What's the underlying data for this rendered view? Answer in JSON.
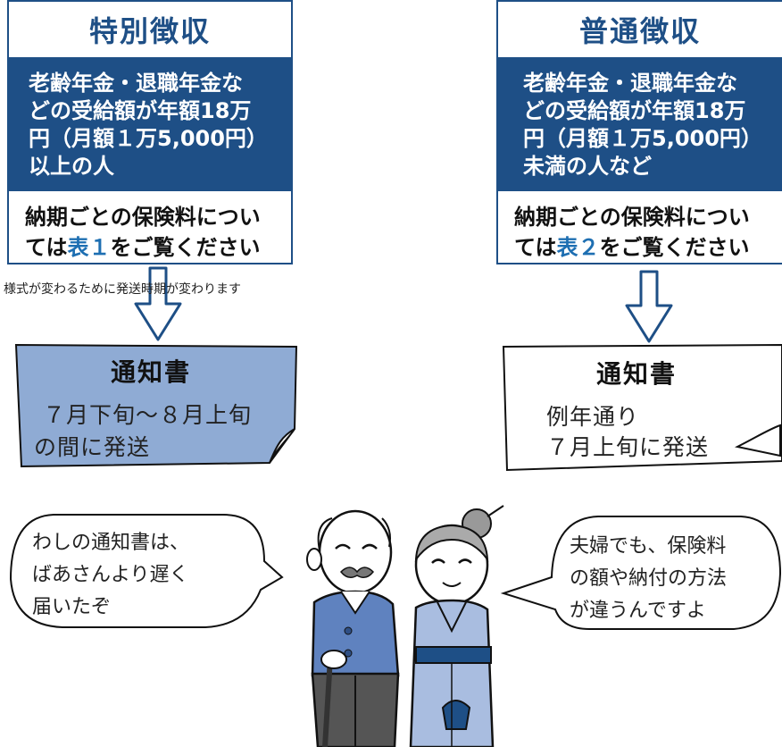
{
  "left_box": {
    "title": "特別徴収",
    "band_lines": [
      "老齢年金・退職年金な",
      "どの受給額が年額18万",
      "円（月額１万5,000円）",
      "以上の人"
    ],
    "foot_line1": "納期ごとの保険料につい",
    "foot_pre": "ては",
    "foot_highlight": "表１",
    "foot_post": "をご覧ください"
  },
  "right_box": {
    "title": "普通徴収",
    "band_lines": [
      "老齢年金・退職年金な",
      "どの受給額が年額18万",
      "円（月額１万5,000円）",
      "未満の人など"
    ],
    "foot_line1": "納期ごとの保険料につい",
    "foot_pre": "ては",
    "foot_highlight": "表２",
    "foot_post": "をご覧ください"
  },
  "note": "様式が変わるために発送時期が変わります",
  "left_card": {
    "title": "通知書",
    "lines": [
      "７月下旬～８月上旬",
      "の間に発送"
    ]
  },
  "right_card": {
    "title": "通知書",
    "lines": [
      "例年通り",
      "７月上旬に発送"
    ]
  },
  "left_bubble": {
    "lines": [
      "わしの通知書は、",
      "ばあさんより遅く",
      "届いたぞ"
    ]
  },
  "right_bubble": {
    "lines": [
      "夫婦でも、保険料",
      "の額や納付の方法",
      "が違うんですよ"
    ]
  },
  "colors": {
    "brand_blue": "#1e4f86",
    "highlight_blue": "#1e6fb2",
    "card_fill": "#8fabd4",
    "man_shirt": "#5f82bf",
    "woman_kimono": "#a9bde0",
    "trousers": "#555555"
  }
}
